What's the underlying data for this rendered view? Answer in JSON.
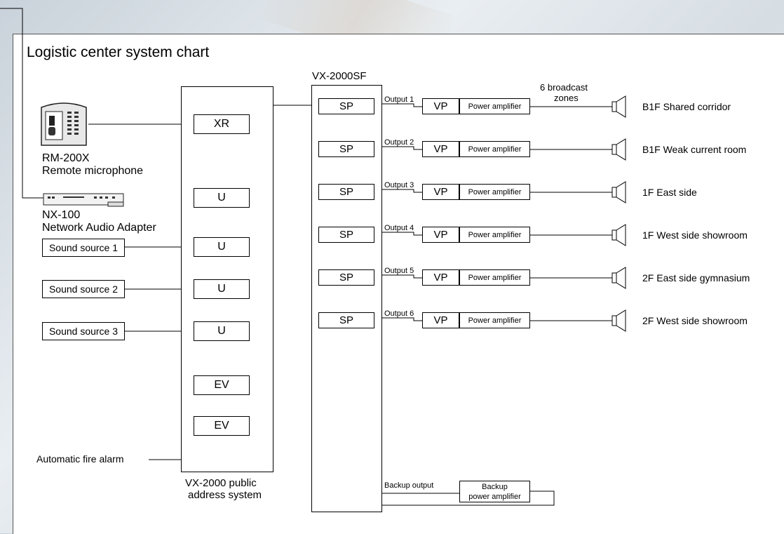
{
  "title": "Logistic center system chart",
  "devices": {
    "rm200x": {
      "model": "RM-200X",
      "desc": "Remote microphone"
    },
    "nx100": {
      "model": "NX-100",
      "desc": "Network Audio Adapter"
    }
  },
  "sound_sources": [
    "Sound source 1",
    "Sound source 2",
    "Sound source 3"
  ],
  "fire_alarm": "Automatic fire alarm",
  "pa_system": {
    "label_line1": "VX-2000 public",
    "label_line2": "address system",
    "modules": [
      "XR",
      "U",
      "U",
      "U",
      "U",
      "EV",
      "EV"
    ]
  },
  "sf_unit": "VX-2000SF",
  "broadcast_zones_label_line1": "6 broadcast",
  "broadcast_zones_label_line2": "zones",
  "channels": [
    {
      "sp": "SP",
      "output": "Output 1",
      "vp": "VP",
      "amp": "Power amplifier",
      "zone": "B1F Shared corridor"
    },
    {
      "sp": "SP",
      "output": "Output 2",
      "vp": "VP",
      "amp": "Power amplifier",
      "zone": "B1F Weak current room"
    },
    {
      "sp": "SP",
      "output": "Output 3",
      "vp": "VP",
      "amp": "Power amplifier",
      "zone": "1F East side"
    },
    {
      "sp": "SP",
      "output": "Output 4",
      "vp": "VP",
      "amp": "Power amplifier",
      "zone": "1F West side showroom"
    },
    {
      "sp": "SP",
      "output": "Output 5",
      "vp": "VP",
      "amp": "Power amplifier",
      "zone": "2F East side gymnasium"
    },
    {
      "sp": "SP",
      "output": "Output 6",
      "vp": "VP",
      "amp": "Power amplifier",
      "zone": "2F West side showroom"
    }
  ],
  "backup": {
    "output": "Backup output",
    "amp_line1": "Backup",
    "amp_line2": "power amplifier"
  }
}
